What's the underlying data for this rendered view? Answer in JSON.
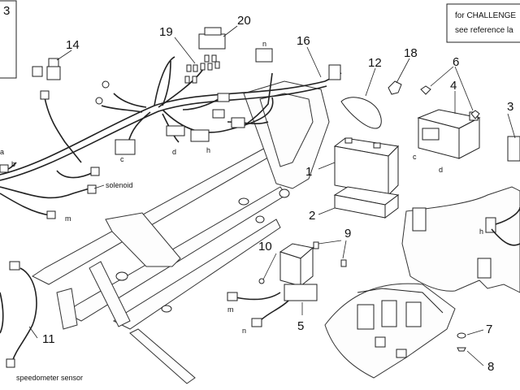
{
  "callouts": {
    "n1": "1",
    "n2": "2",
    "n3a": "3",
    "n3b": "3",
    "n4": "4",
    "n5": "5",
    "n6": "6",
    "n7": "7",
    "n8": "8",
    "n9": "9",
    "n10": "10",
    "n11": "11",
    "n12": "12",
    "n14": "14",
    "n16": "16",
    "n18": "18",
    "n19": "19",
    "n20": "20"
  },
  "letters": {
    "a": "a",
    "b": "b",
    "c1": "c",
    "c2": "c",
    "d1": "d",
    "d2": "d",
    "h1": "h",
    "h2": "h",
    "m1": "m",
    "m2": "m",
    "n1": "n",
    "n2": "n"
  },
  "labels": {
    "solenoid": "solenoid",
    "speedometer_sensor": "speedometer sensor"
  },
  "note": {
    "line1": "for CHALLENGE",
    "line2": "see reference la"
  }
}
